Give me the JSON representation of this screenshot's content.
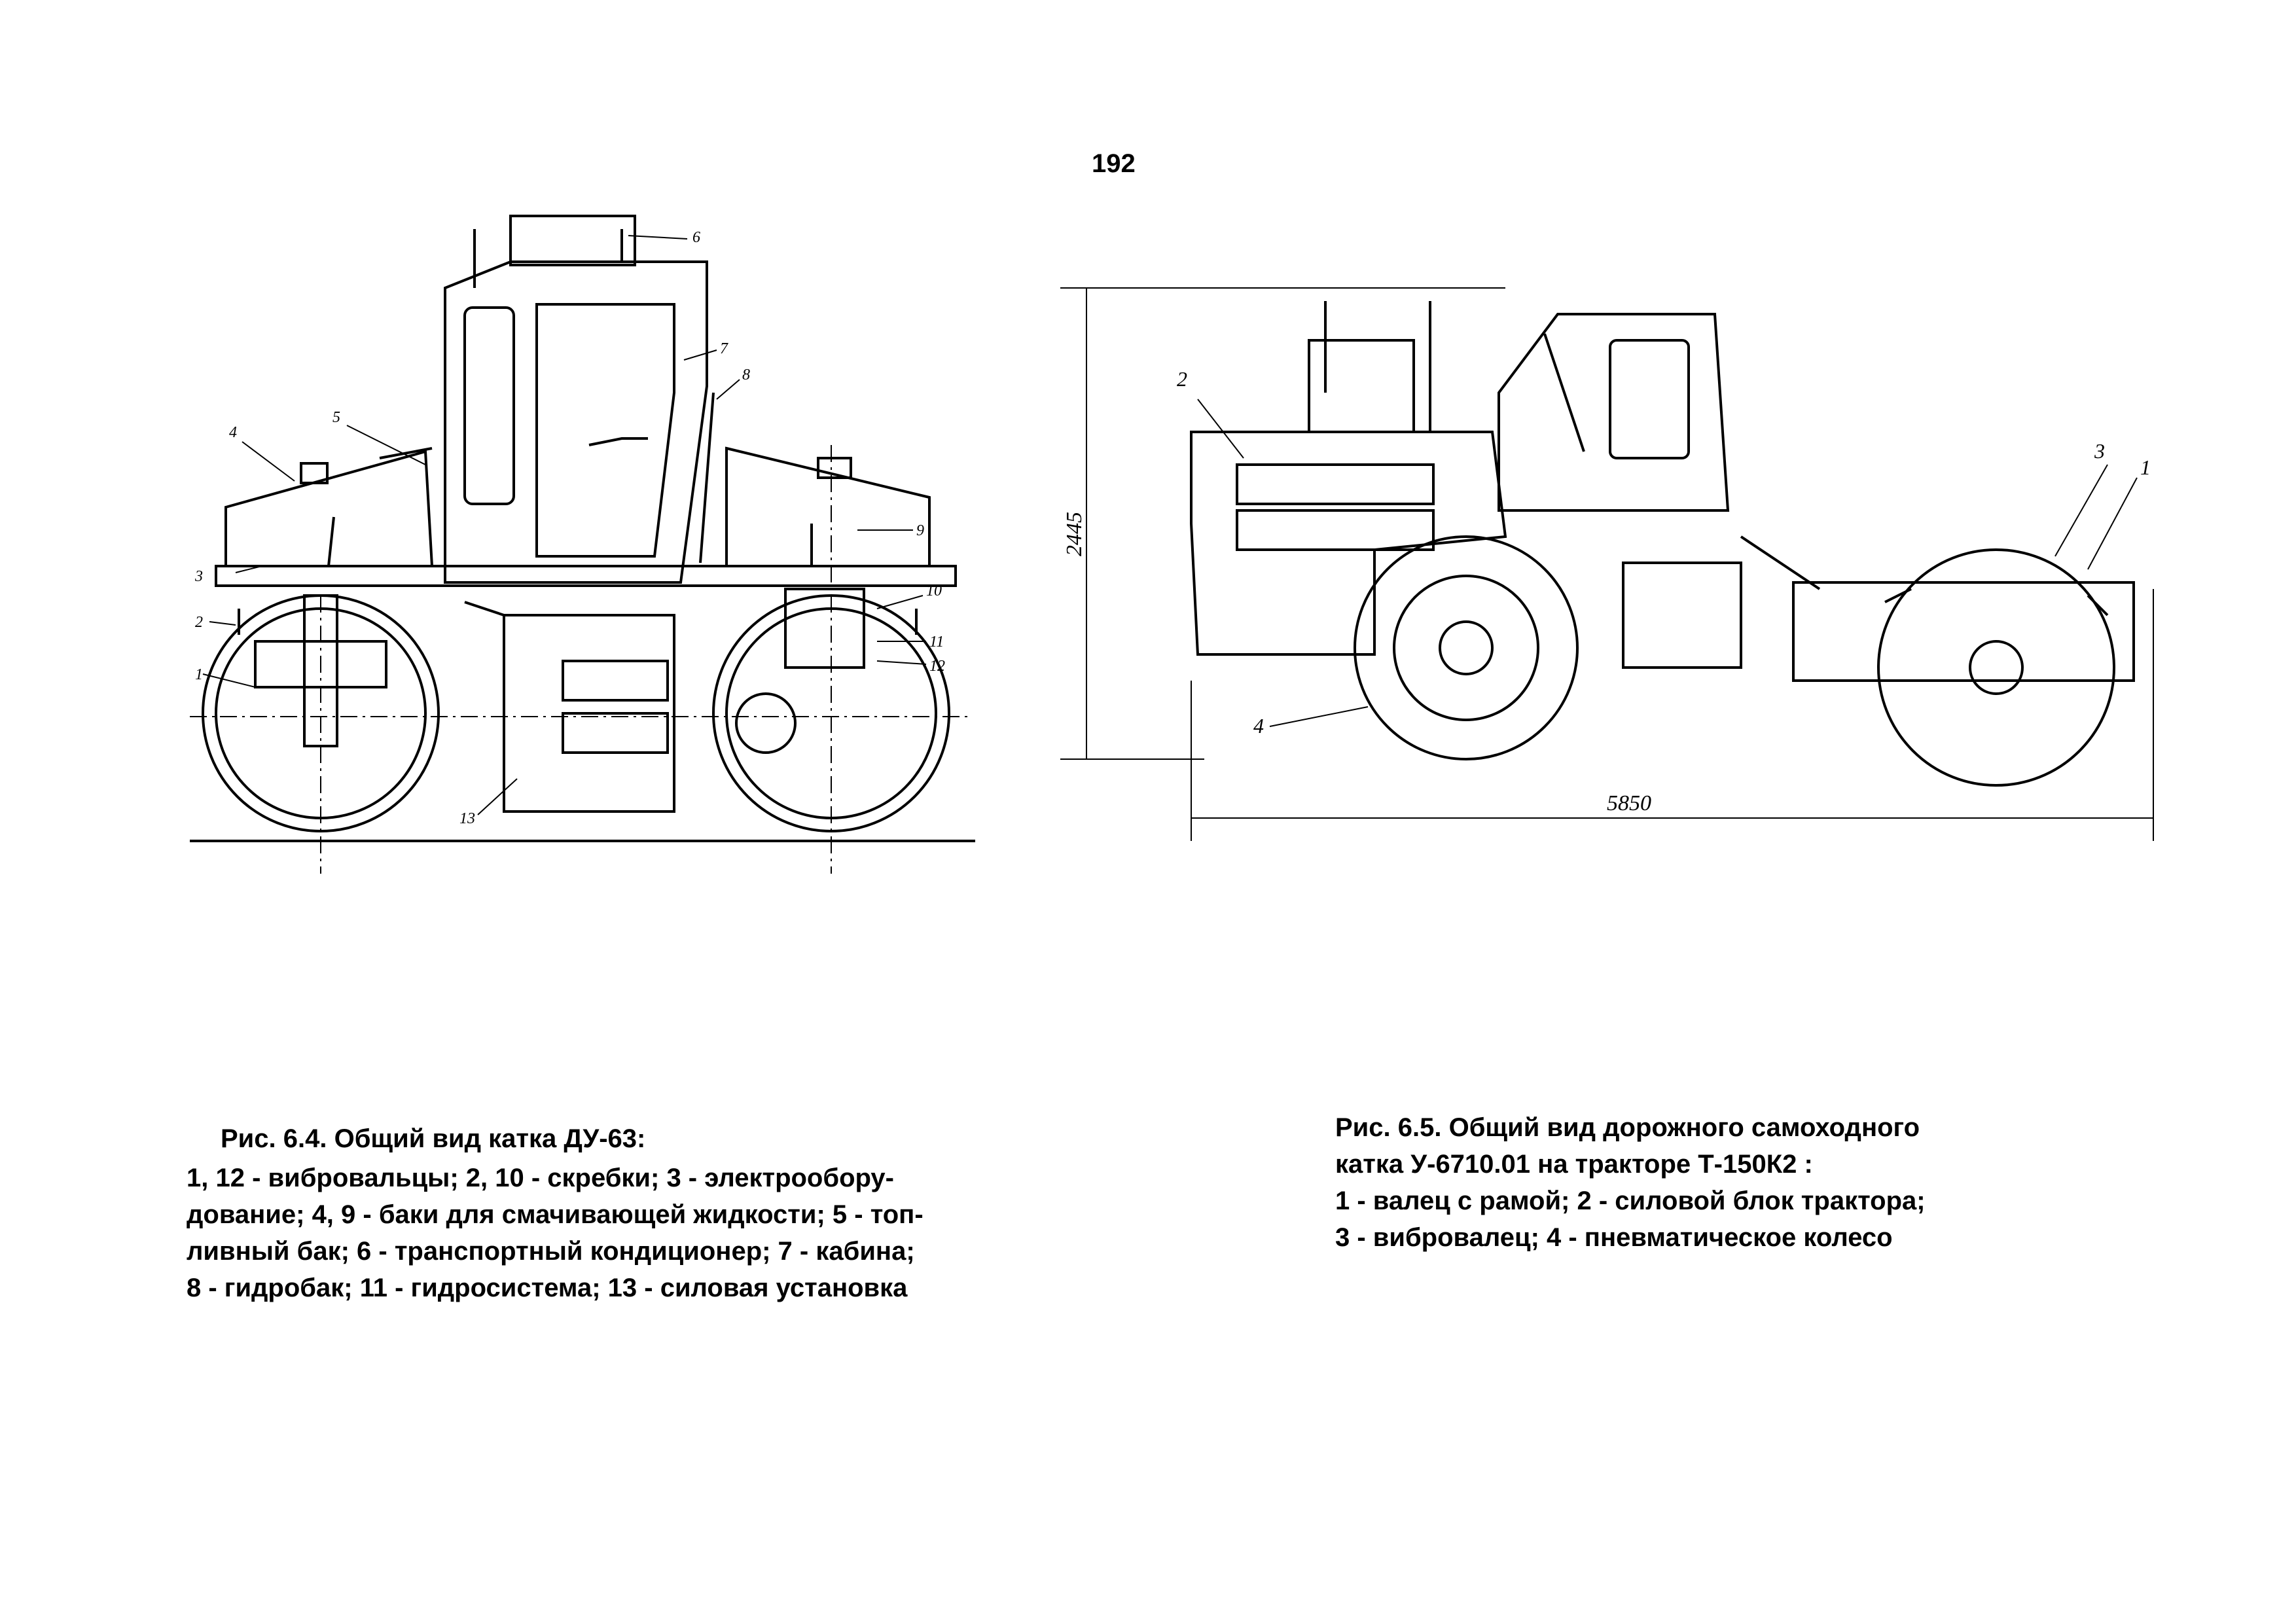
{
  "page_number": "192",
  "figure_64": {
    "callouts": [
      "1",
      "2",
      "3",
      "4",
      "5",
      "6",
      "7",
      "8",
      "9",
      "10",
      "11",
      "12",
      "13"
    ],
    "caption_title": "Рис. 6.4. Общий вид катка ДУ-63:",
    "caption_lines": [
      "1, 12 - вибровальцы; 2, 10 - скребки; 3 - электрообору-",
      "дование; 4, 9 - баки для смачивающей жидкости; 5 - топ-",
      "ливный бак; 6 - транспортный кондиционер; 7 - кабина;",
      "8 - гидробак; 11 - гидросистема; 13 - силовая установка"
    ]
  },
  "figure_65": {
    "callouts": [
      "1",
      "2",
      "3",
      "4"
    ],
    "dimension_height": "2445",
    "dimension_length": "5850",
    "caption_title_lines": [
      "Рис. 6.5. Общий вид дорожного самоходного",
      "катка У-6710.01  на тракторе Т-150К2 :"
    ],
    "caption_lines": [
      "1 - валец с рамой; 2 -  силовой блок трактора;",
      "3 - вибровалец; 4 - пневматическое колесо"
    ]
  }
}
